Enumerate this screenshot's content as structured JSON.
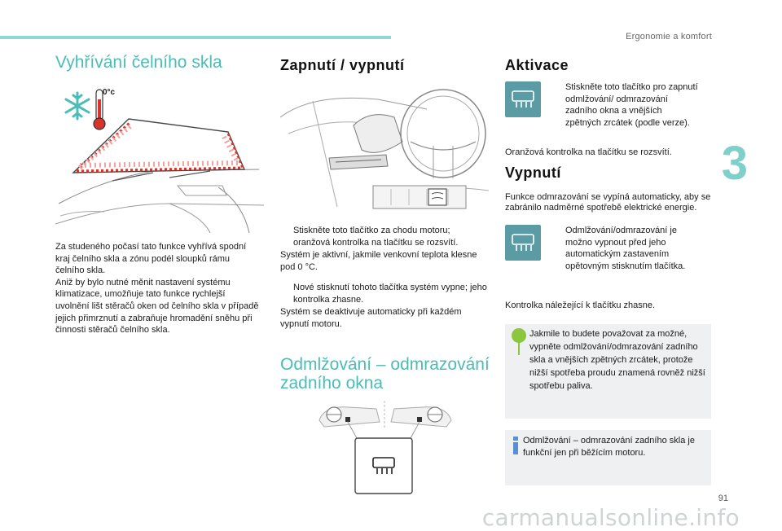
{
  "header": {
    "section": "Ergonomie a komfort",
    "chapter_number": "3",
    "page_number": "91"
  },
  "watermark": "carmanualsonline.info",
  "col1": {
    "title": "Vyhřívání čelního skla",
    "temp_label": "0°c",
    "body": "Za studeného počasí tato funkce vyhřívá spodní kraj čelního skla a zónu podél sloupků rámu čelního skla.\nAniž by bylo nutné měnit nastavení systému klimatizace, umožňuje tato funkce rychlejší uvolnění lišt stěračů oken od čelního skla v případě jejich přimrznutí a zabraňuje hromadění sněhu při činnosti stěračů čelního skla."
  },
  "col2": {
    "title": "Zapnutí / vypnutí",
    "bullet_mark": "",
    "bullet1": "Stiskněte toto tlačítko za chodu motoru; oranžová kontrolka na tlačítku se rozsvítí.",
    "text1": "Systém je aktivní, jakmile venkovní teplota klesne pod 0 °C.",
    "bullet2": "Nové stisknutí tohoto tlačítka systém vypne; jeho kontrolka zhasne.",
    "text2": "Systém se deaktivuje automaticky při každém vypnutí motoru.",
    "title2": "Odmlžování – odmrazování zadního okna"
  },
  "col3": {
    "title_activate": "Aktivace",
    "bullet_activate": "Stiskněte toto tlačítko pro zapnutí odmlžování/ odmrazování zadního okna a vnějších zpětných zrcátek (podle verze).",
    "text_activate": "Oranžová kontrolka na tlačítku se rozsvítí.",
    "title_deactivate": "Vypnutí",
    "text_deactivate": "Funkce odmrazování se vypíná automaticky, aby se zabránilo nadměrné spotřebě elektrické energie.",
    "bullet_deactivate": "Odmlžování/odmrazování je možno vypnout před jeho automatickým zastavením opětovným stisknutím tlačítka.",
    "text_indicator": "Kontrolka náležející k tlačítku zhasne.",
    "note_eco": "Jakmile to budete považovat za možné, vypněte odmlžování/odmrazování zadního skla a vnějších zpětných zrcátek, protože nižší spotřeba proudu znamená rovněž nižší spotřebu paliva.",
    "note_info": "Odmlžování – odmrazování zadního skla je funkční jen při běžícím motoru."
  },
  "colors": {
    "accent": "#4bbcb6",
    "icon_bg": "#5b9ba4",
    "note_bg": "#eef0f1",
    "heat_red": "#d9342b"
  }
}
